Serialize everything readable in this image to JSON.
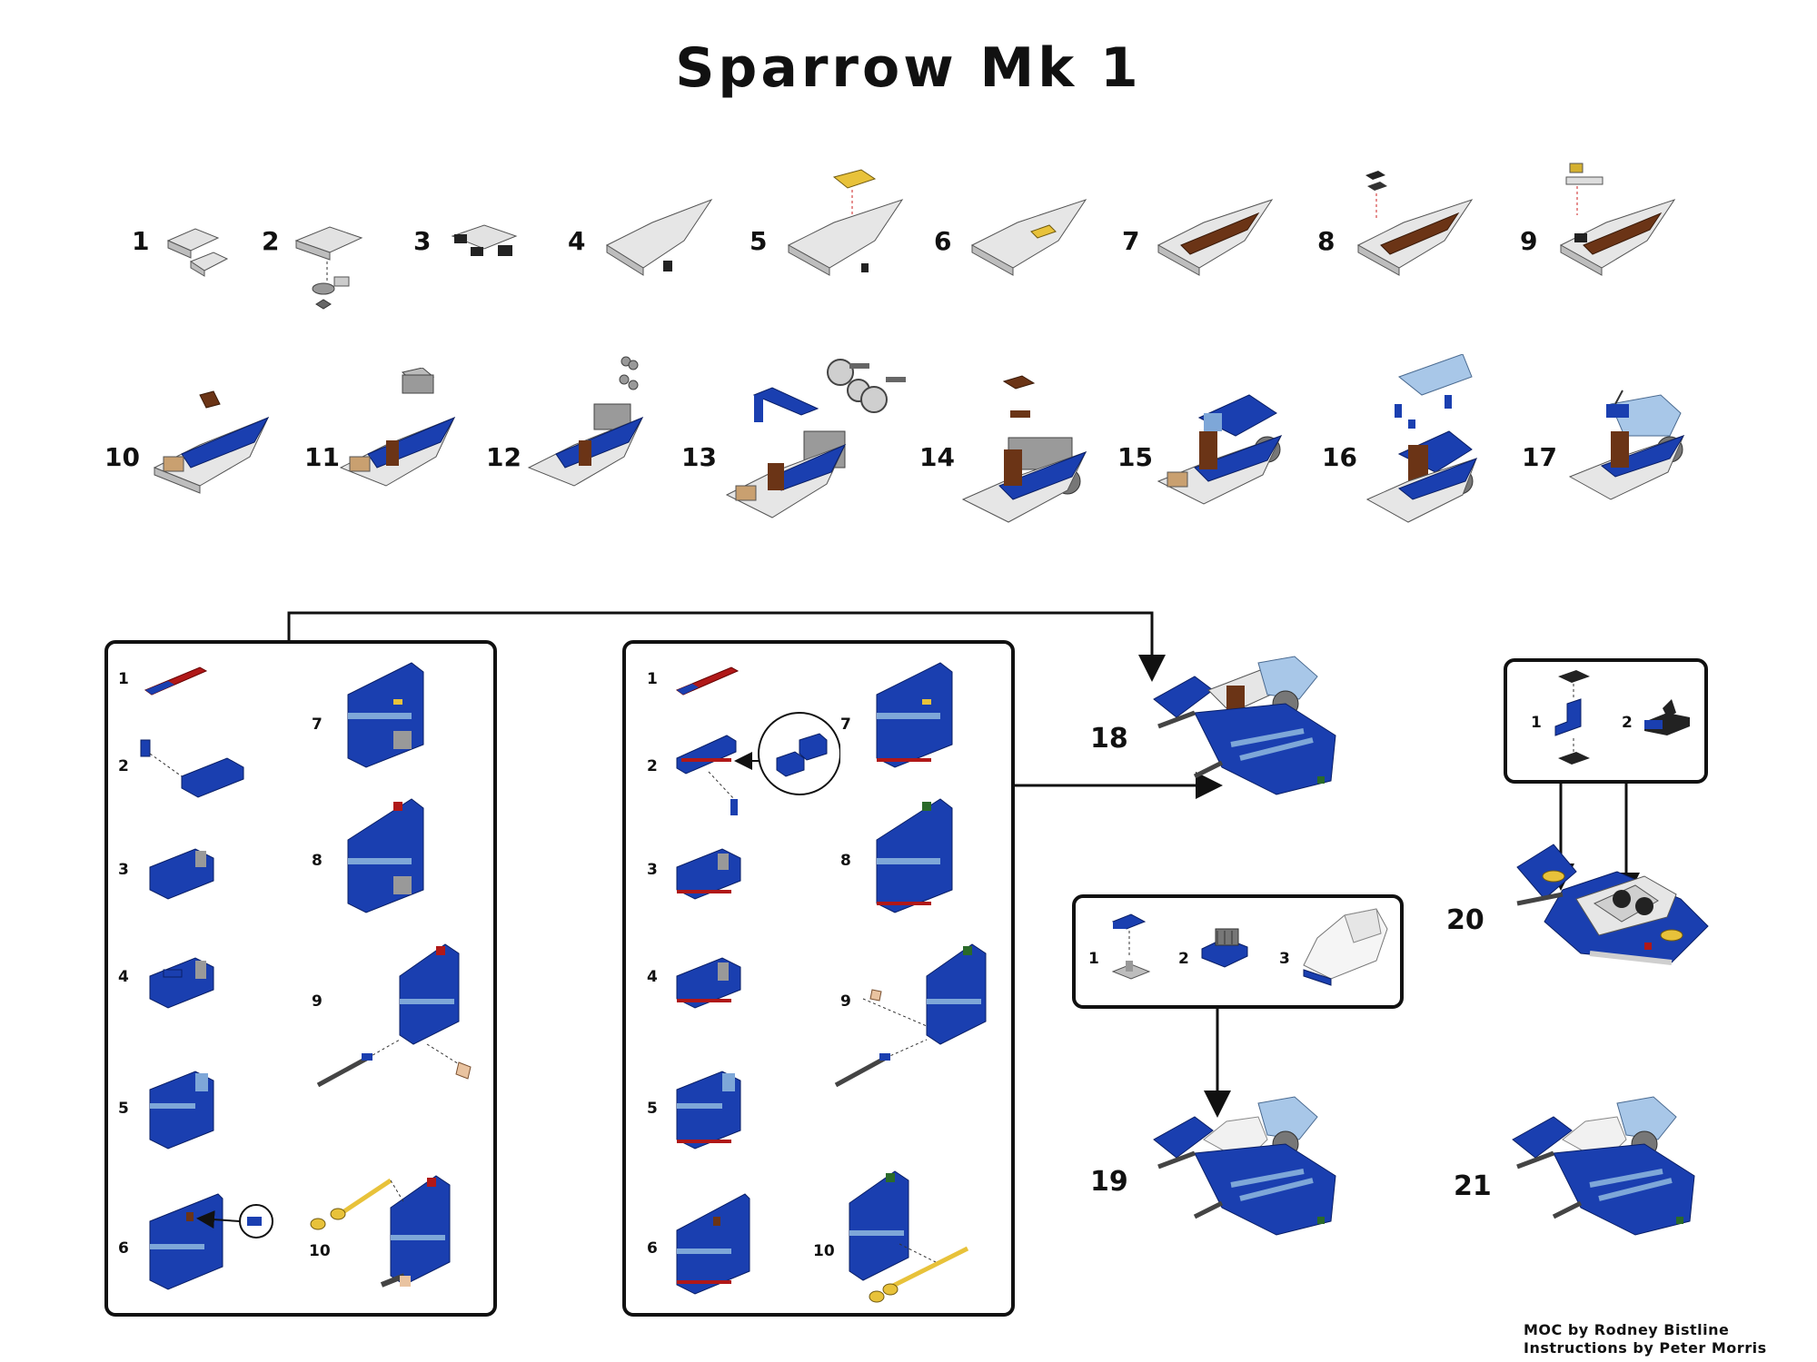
{
  "title": "Sparrow Mk 1",
  "main_steps": [
    "1",
    "2",
    "3",
    "4",
    "5",
    "6",
    "7",
    "8",
    "9",
    "10",
    "11",
    "12",
    "13",
    "14",
    "15",
    "16",
    "17",
    "18",
    "19",
    "20",
    "21"
  ],
  "panel_a": {
    "left_steps": [
      "1",
      "2",
      "3",
      "4",
      "5",
      "6"
    ],
    "right_steps": [
      "7",
      "8",
      "9",
      "10"
    ]
  },
  "panel_b": {
    "left_steps": [
      "1",
      "2",
      "3",
      "4",
      "5",
      "6"
    ],
    "right_steps": [
      "7",
      "8",
      "9",
      "10"
    ]
  },
  "panel_c": {
    "steps": [
      "1",
      "2"
    ]
  },
  "panel_d": {
    "steps": [
      "1",
      "2",
      "3"
    ]
  },
  "credits": {
    "line1": "MOC by Rodney Bistline",
    "line2": "Instructions by Peter Morris"
  },
  "colors": {
    "blue": "#1a3fb0",
    "light_blue": "#7ea7d8",
    "grey": "#d4d4d4",
    "dark": "#222222",
    "brown": "#6b3416",
    "yellow": "#e8c23a",
    "red": "#b01818"
  }
}
